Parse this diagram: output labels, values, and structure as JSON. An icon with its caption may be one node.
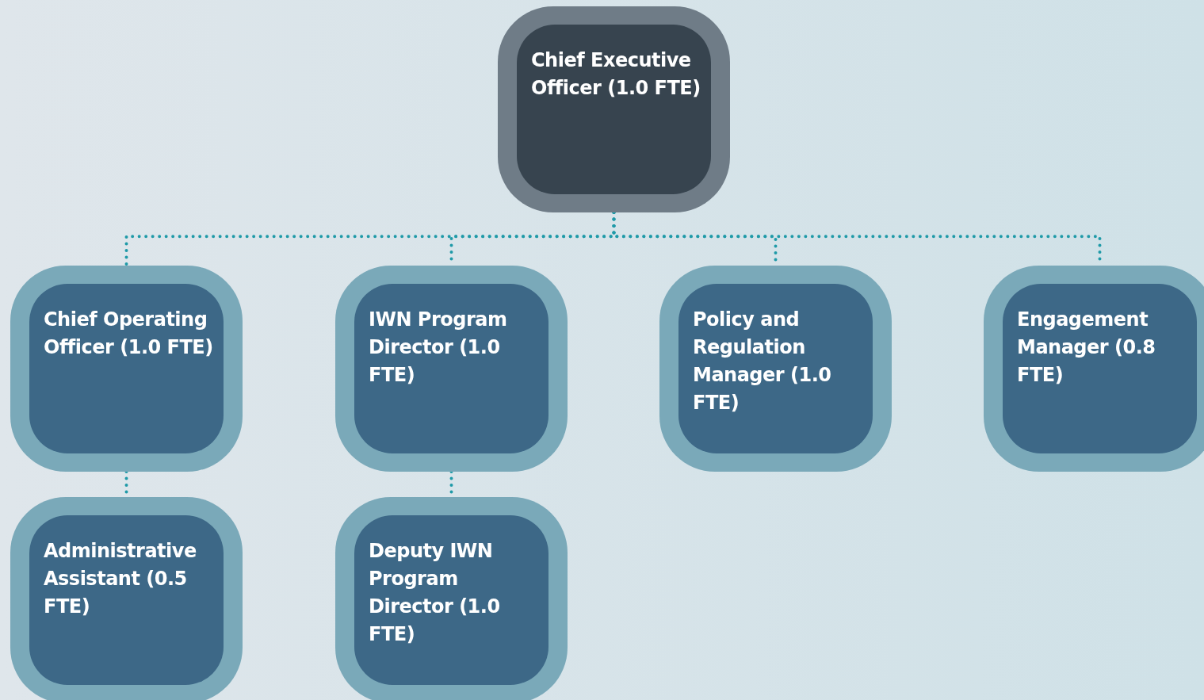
{
  "diagram": {
    "nodes": [
      {
        "text": [
          "Chief Executive Officer (1.0 FTE)"
        ]
      },
      {
        "text": [
          "Chief Operating Officer (1.0 FTE)"
        ]
      },
      {
        "text": [
          "IWN Program Director (1.0 FTE)"
        ]
      },
      {
        "text": [
          "Policy and Regulation Manager (1.0 FTE)"
        ]
      },
      {
        "text": [
          "Engagement Manager (0.8 FTE)"
        ]
      },
      {
        "text": [
          "Administrative Assistant (0.5 FTE)"
        ]
      },
      {
        "text": [
          "Deputy IWN Program Director (1.0 FTE)"
        ]
      }
    ],
    "edges": [
      {
        "from": 0,
        "to": 1,
        "arrow": "none"
      },
      {
        "from": 0,
        "to": 2,
        "arrow": "none"
      },
      {
        "from": 0,
        "to": 3,
        "arrow": "none"
      },
      {
        "from": 0,
        "to": 4,
        "arrow": "none"
      },
      {
        "from": 1,
        "to": 5,
        "arrow": "none"
      },
      {
        "from": 2,
        "to": 6,
        "arrow": "none"
      }
    ]
  }
}
